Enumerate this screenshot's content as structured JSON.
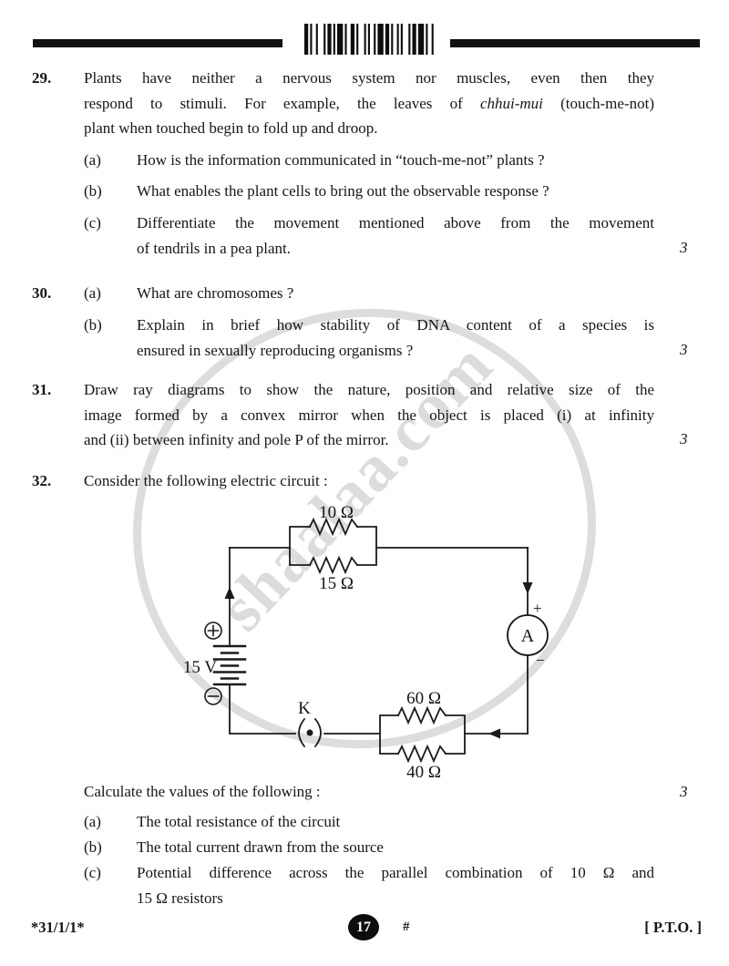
{
  "watermark": {
    "text": "shaalaa.com"
  },
  "q29": {
    "number": "29.",
    "para1": "Plants have neither a nervous system nor muscles, even then they",
    "para2a": "respond to stimuli. For example, the leaves of ",
    "para2b": "chhui-mui",
    "para2c": " (touch-me-not)",
    "para3": "plant when touched begin to fold up and droop.",
    "a_label": "(a)",
    "a_text": "How is the information communicated in “touch-me-not” plants ?",
    "b_label": "(b)",
    "b_text": "What enables the plant cells to bring out the observable response ?",
    "c_label": "(c)",
    "c_line1": "Differentiate the movement mentioned above from the movement",
    "c_line2": "of tendrils in a pea plant.",
    "marks": "3"
  },
  "q30": {
    "number": "30.",
    "a_label": "(a)",
    "a_text": "What are chromosomes ?",
    "b_label": "(b)",
    "b_line1": "Explain in brief how stability of DNA content of a species is",
    "b_line2": "ensured in sexually reproducing organisms ?",
    "marks": "3"
  },
  "q31": {
    "number": "31.",
    "line1": "Draw ray diagrams to show the nature, position and relative size of the",
    "line2": "image formed by a convex mirror when the object is placed (i) at infinity",
    "line3": "and (ii) between infinity and pole P of the mirror.",
    "marks": "3"
  },
  "q32": {
    "number": "32.",
    "intro": "Consider the following electric circuit :",
    "calc": "Calculate the values of the following :",
    "marks": "3",
    "a_label": "(a)",
    "a_text": "The total resistance of the circuit",
    "b_label": "(b)",
    "b_text": "The total current drawn from the source",
    "c_label": "(c)",
    "c_line1": "Potential difference across the parallel combination of 10 Ω and",
    "c_line2": "15 Ω resistors"
  },
  "circuit": {
    "r_top1": "10 Ω",
    "r_top2": "15 Ω",
    "r_bot1": "60 Ω",
    "r_bot2": "40 Ω",
    "battery": "15 V",
    "switch": "K",
    "ammeter": "A",
    "plus": "+",
    "minus": "−"
  },
  "footer": {
    "code": "*31/1/1*",
    "page": "17",
    "hash": "#",
    "pto": "[ P.T.O. ]"
  }
}
